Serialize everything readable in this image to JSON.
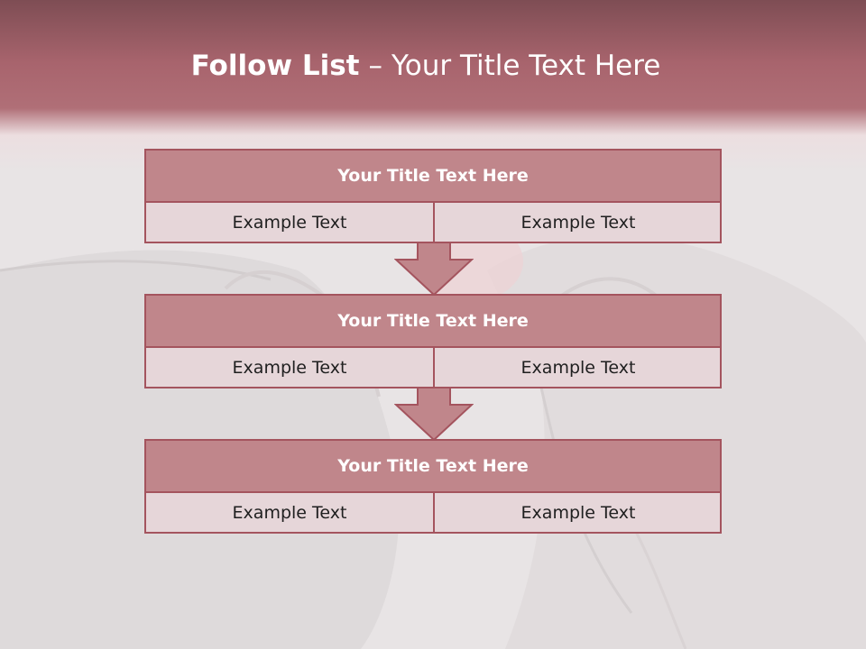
{
  "slide": {
    "title_bold": "Follow List",
    "title_dash": "–",
    "title_rest": "Your Title Text Here"
  },
  "items": [
    {
      "title": "Your Title Text Here",
      "left": "Example Text",
      "right": "Example Text"
    },
    {
      "title": "Your Title Text Here",
      "left": "Example Text",
      "right": "Example Text"
    },
    {
      "title": "Your Title Text Here",
      "left": "Example Text",
      "right": "Example Text"
    }
  ],
  "colors": {
    "header": "#a8646d",
    "box_title_fill": "#c0868b",
    "box_body_fill": "#e6d6d9",
    "border": "#a4545e"
  },
  "icons": [
    "down-arrow-icon"
  ]
}
